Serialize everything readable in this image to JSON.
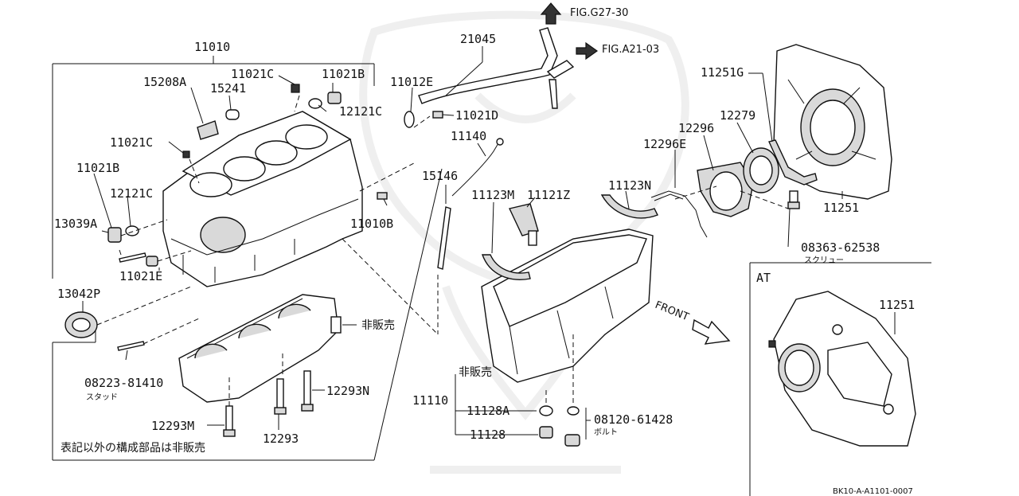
{
  "labels": {
    "p11010": "11010",
    "p11021c_top": "11021C",
    "p11021b_top": "11021B",
    "p15208a": "15208A",
    "p15241": "15241",
    "p12121c_top": "12121C",
    "p11021c_left": "11021C",
    "p11021b_left": "11021B",
    "p12121c_left": "12121C",
    "p13039a": "13039A",
    "p11021e": "11021E",
    "p13042p": "13042P",
    "p08223": "08223-81410",
    "p08223_sub": "スタッド",
    "p12293m": "12293M",
    "p12293": "12293",
    "p12293n": "12293N",
    "p_hanbai_block": "非販売",
    "p_note": "表記以外の構成部品は非販売",
    "p21045": "21045",
    "p11012e": "11012E",
    "p11021d": "11021D",
    "p11140": "11140",
    "p15146": "15146",
    "p11123m": "11123M",
    "p11121z": "11121Z",
    "p11123n": "11123N",
    "p11010b": "11010B",
    "p12296e": "12296E",
    "p12296": "12296",
    "p12279": "12279",
    "p11251g": "11251G",
    "p11251": "11251",
    "p08363": "08363-62538",
    "p08363_sub": "スクリュー",
    "p_front": "FRONT",
    "p_hanbai_pan": "非販売",
    "p11110": "11110",
    "p11128a": "11128A",
    "p11128": "11128",
    "p08120": "08120-61428",
    "p08120_sub": "ボルト",
    "at_title": "AT",
    "at_11251": "11251",
    "code": "BK10-A-A1101-0007"
  },
  "refs": {
    "fig_g27": "FIG.G27-30",
    "fig_a21": "FIG.A21-03"
  },
  "colors": {
    "ink": "#111111",
    "watermark": "#efefef"
  }
}
